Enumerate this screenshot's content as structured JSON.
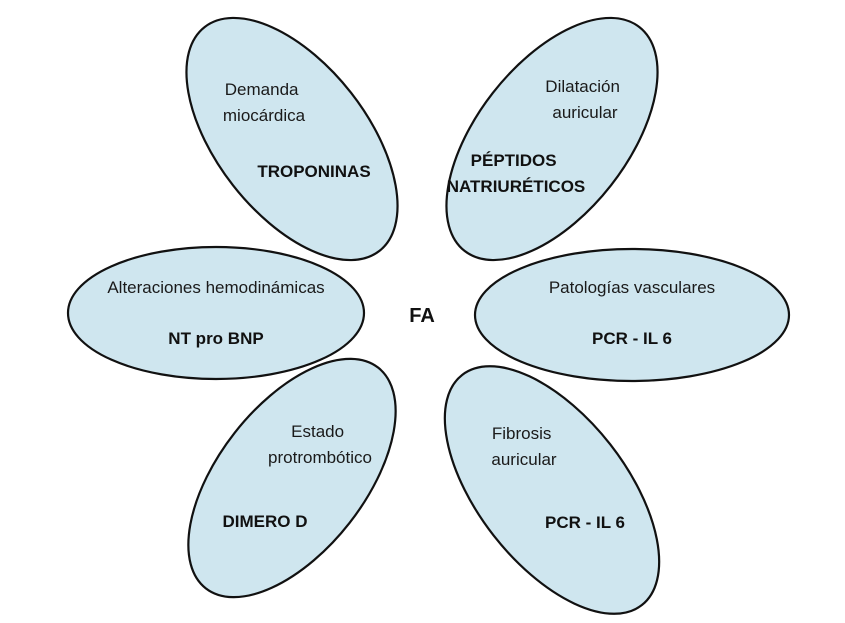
{
  "center_label": "FA",
  "petals": [
    {
      "id": "demanda-miocardica",
      "description": [
        "Demanda",
        "miocárdica"
      ],
      "marker": [
        "TROPONINAS"
      ]
    },
    {
      "id": "dilatacion-auricular",
      "description": [
        "Dilatación",
        "auricular"
      ],
      "marker": [
        "PÉPTIDOS",
        "NATRIURÉTICOS"
      ]
    },
    {
      "id": "alteraciones-hemodinamicas",
      "description": [
        "Alteraciones hemodinámicas"
      ],
      "marker": [
        "NT pro BNP"
      ]
    },
    {
      "id": "patologias-vasculares",
      "description": [
        "Patologías vasculares"
      ],
      "marker": [
        "PCR - IL 6"
      ]
    },
    {
      "id": "estado-protrombotico",
      "description": [
        "Estado",
        "protrombótico"
      ],
      "marker": [
        "DIMERO D"
      ]
    },
    {
      "id": "fibrosis-auricular",
      "description": [
        "Fibrosis",
        "auricular"
      ],
      "marker": [
        "PCR - IL 6"
      ]
    }
  ],
  "colors": {
    "petal_fill": "#cfe6ef",
    "petal_stroke": "#111111",
    "text": "#111111"
  }
}
